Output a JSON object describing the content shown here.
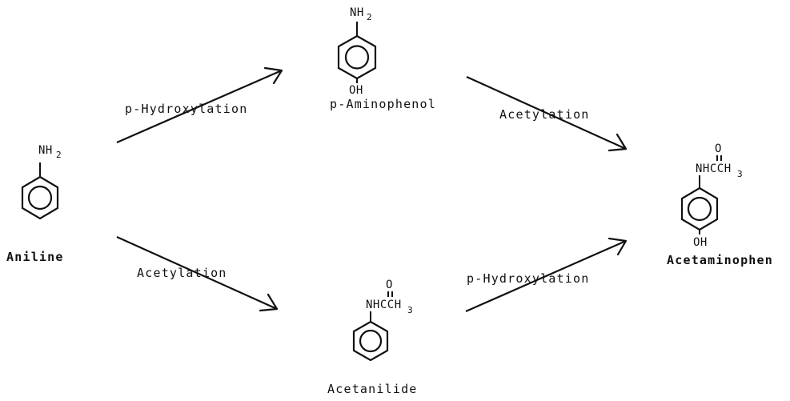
{
  "compounds": {
    "aniline": {
      "name": "Aniline",
      "substituent_top": "NH",
      "substituent_top_sub": "2"
    },
    "p_aminophenol": {
      "name": "p-Aminophenol",
      "substituent_top": "NH",
      "substituent_top_sub": "2",
      "substituent_bottom": "OH"
    },
    "acetanilide": {
      "name": "Acetanilide",
      "carbonyl_o": "O",
      "substituent_top": "NHCCH",
      "substituent_top_sub": "3"
    },
    "acetaminophen": {
      "name": "Acetaminophen",
      "carbonyl_o": "O",
      "substituent_top": "NHCCH",
      "substituent_top_sub": "3",
      "substituent_bottom": "OH"
    }
  },
  "reactions": {
    "aniline_to_aminophenol": "p-Hydroxylation",
    "aminophenol_to_acetaminophen": "Acetylation",
    "aniline_to_acetanilide": "Acetylation",
    "acetanilide_to_acetaminophen": "p-Hydroxylation"
  }
}
